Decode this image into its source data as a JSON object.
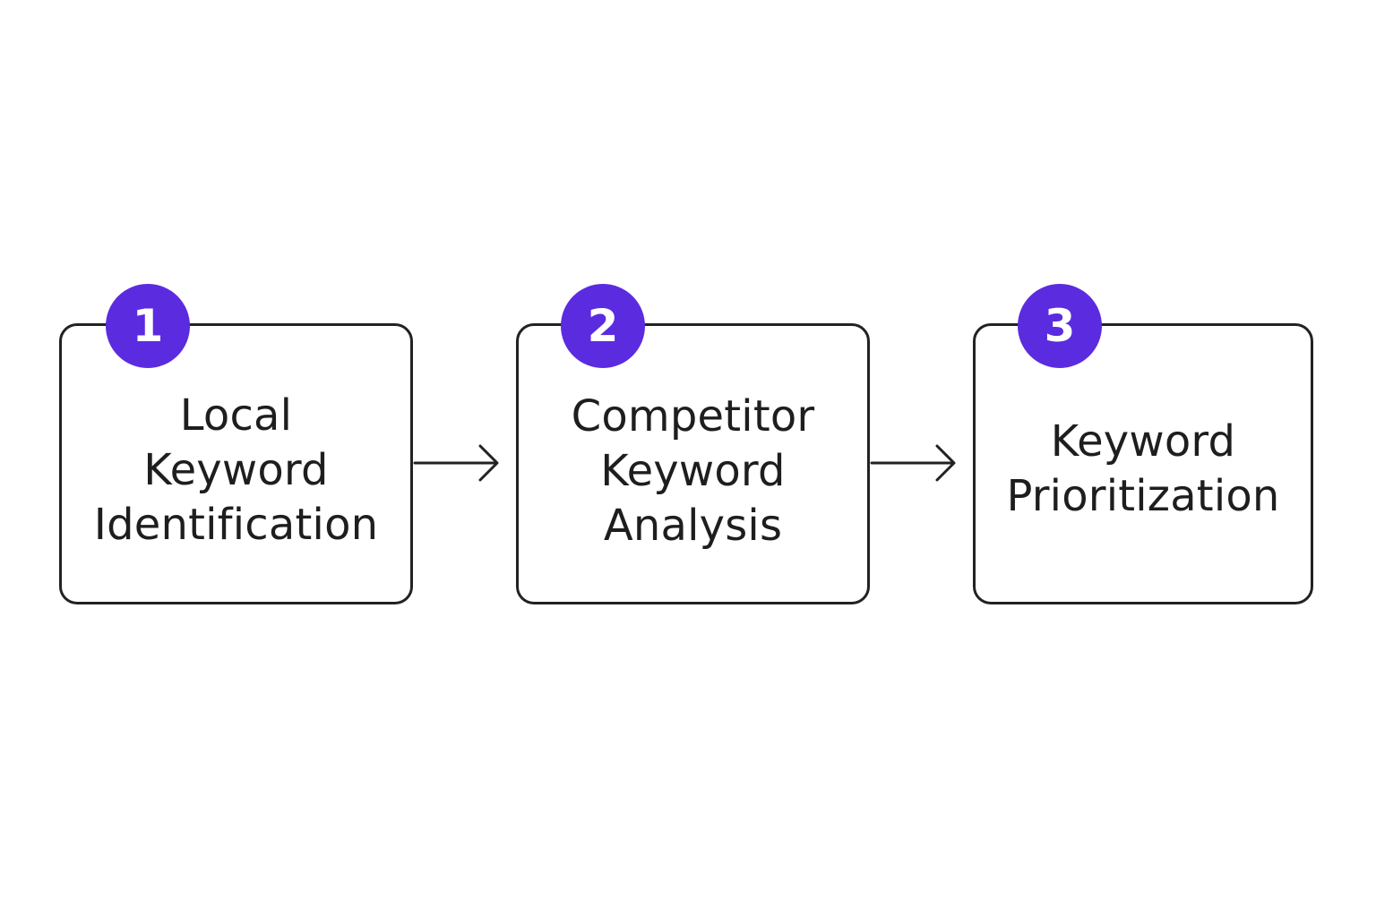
{
  "steps": [
    {
      "number": "1",
      "label": "Local\nKeyword\nIdentification"
    },
    {
      "number": "2",
      "label": "Competitor\nKeyword\nAnalysis"
    },
    {
      "number": "3",
      "label": "Keyword\nPrioritization"
    }
  ],
  "colors": {
    "badge": "#5b2be0",
    "border": "#222222",
    "text": "#1e1e1e"
  }
}
